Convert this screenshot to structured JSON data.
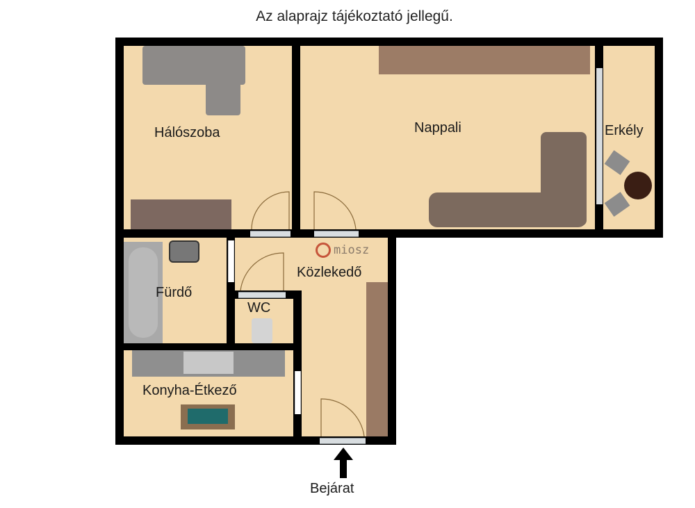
{
  "caption": "Az alaprajz tájékoztató jellegű.",
  "rooms": {
    "halo": "Hálószoba",
    "nappali": "Nappali",
    "erkely": "Erkély",
    "furdo": "Fürdő",
    "wc": "WC",
    "kozlekedo": "Közlekedő",
    "konyha": "Konyha-Étkező"
  },
  "entrance_label": "Bejárat",
  "watermark": "miosz",
  "colors": {
    "floor": "#f3d9ad",
    "wall": "#000000",
    "sofa": "#8a8684",
    "wardrobe": "#8d7262",
    "watermark": "#c6553b"
  }
}
